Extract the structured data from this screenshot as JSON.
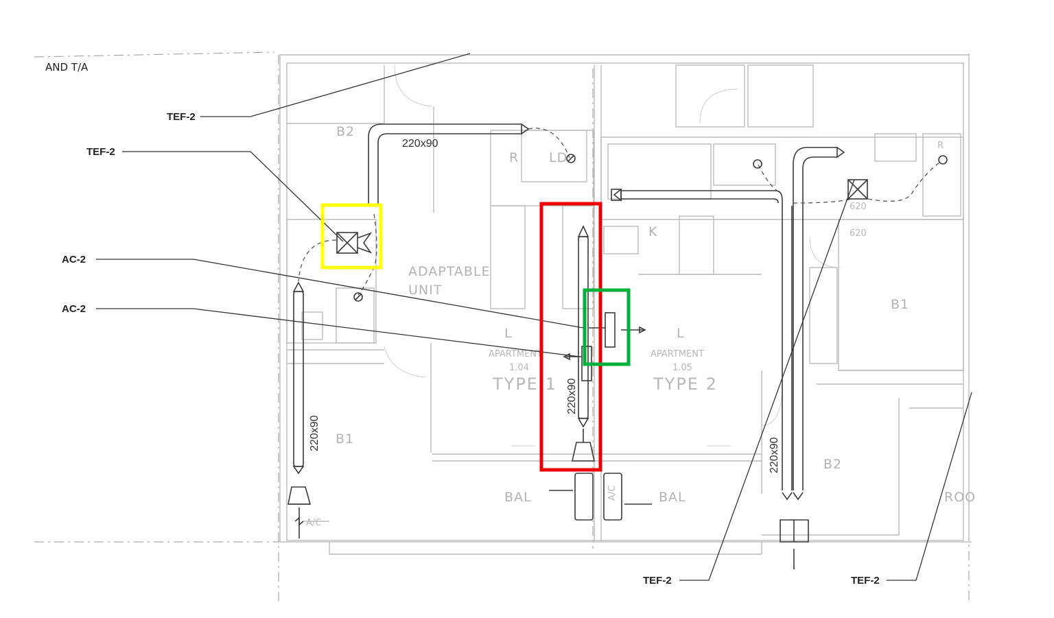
{
  "notes": {
    "top_left": "AND T/A"
  },
  "equipment_tags": {
    "tef_2_a": "TEF-2",
    "tef_2_b": "TEF-2",
    "ac_2_a": "AC-2",
    "ac_2_b": "AC-2",
    "tef_2_c": "TEF-2",
    "tef_2_d": "TEF-2"
  },
  "duct_sizes": {
    "top": "220x90",
    "left_vertical": "220x90",
    "center_vertical": "220x90",
    "right_vertical": "220x90"
  },
  "rooms": {
    "b2_top_left": "B2",
    "b1_left": "B1",
    "b1_right": "B1",
    "b2_right": "B2",
    "adaptable": "ADAPTABLE",
    "unit": "UNIT",
    "l_104": "L",
    "apt_104": "APARTMENT",
    "apt_104_no": "1.04",
    "type_1": "TYPE 1",
    "l_105": "L",
    "apt_105": "APARTMENT",
    "apt_105_no": "1.05",
    "type_2": "TYPE 2",
    "k": "K",
    "bal_left": "BAL",
    "bal_right": "BAL",
    "ldr": "LD",
    "r_left": "R",
    "r_right": "R",
    "roo": "ROO",
    "ac_left": "A/C",
    "ac_center": "A/C",
    "dim_1": "620",
    "dim_2": "620"
  },
  "highlights": {
    "yellow": "#ffff00",
    "red": "#ee0000",
    "green": "#00b03a"
  }
}
